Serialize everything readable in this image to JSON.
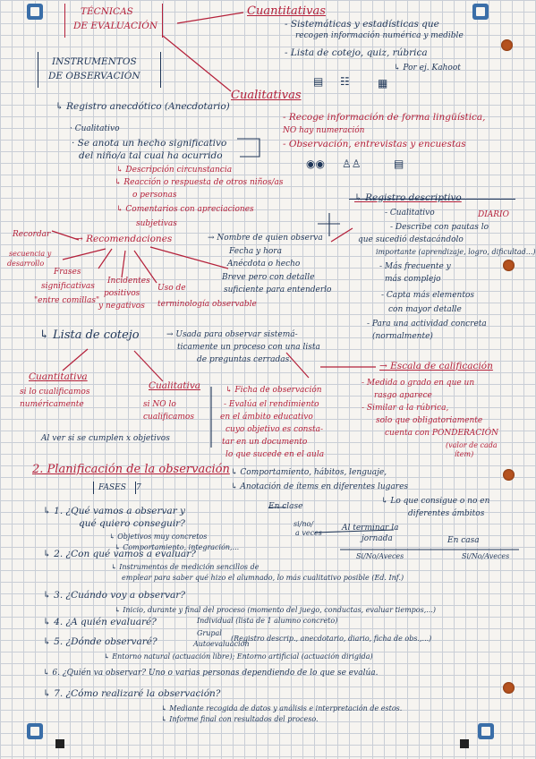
{
  "title": {
    "line1": "TÉCNICAS",
    "line2": "DE EVALUACIÓN"
  },
  "instrumentos": {
    "line1": "INSTRUMENTOS",
    "line2": "DE OBSERVACIÓN"
  },
  "cuantitativas": {
    "heading": "Cuantitativas",
    "l1": "- Sistemáticas y estadísticas que",
    "l2": "recogen información numérica y medible",
    "l3": "- Lista de cotejo, quiz, rúbrica",
    "l4": "↳ Por ej. Kahoot"
  },
  "cualitativas": {
    "heading": "Cualitativas",
    "l1": "- Recoge información de forma lingüística,",
    "l2": "NO hay numeración",
    "l3": "- Observación, entrevistas y encuestas"
  },
  "registro_anecdotico": {
    "heading": "↳ Registro anecdótico (Anecdotario)",
    "l1": "· Cualitativo",
    "l2": "· Se anota un hecho significativo",
    "l3": "del niño/a tal cual ha ocurrido",
    "l4": "↳ Descripción circunstancia",
    "l5": "↳ Reacción o respuesta de otros niños/as",
    "l6": "o personas",
    "l7": "↳ Comentarios con apreciaciones",
    "l8": "subjetivas"
  },
  "recomendaciones": {
    "label": "→ Recomendaciones",
    "recordar": "Recordar",
    "secuencia": "secuencia y",
    "desarrollo": "desarrollo",
    "frases": "Frases",
    "significativas": "significativas",
    "entre_comillas": "\"entre comillas\"",
    "incidentes": "Incidentes",
    "positivos": "positivos",
    "negativos": "y negativos",
    "uso_de": "Uso de",
    "terminologia": "terminología observable",
    "nombre": "→ Nombre de quien observa",
    "fecha": "Fecha y hora",
    "anecdota": "Anécdota o hecho",
    "breve": "Breve pero con detalle",
    "suficiente": "suficiente para entenderlo"
  },
  "registro_descriptivo": {
    "heading": "↳ Registro descriptivo",
    "diario": "DIARIO",
    "l1": "- Cualitativo",
    "l2": "- Describe con pautas lo",
    "l3": "que sucedió destacándolo",
    "l4": "importante (aprendizaje, logro, dificultad...)",
    "l5": "- Más frecuente y",
    "l6": "más complejo",
    "l7": "- Capta más elementos",
    "l8": "con mayor detalle",
    "l9": "- Para una actividad concreta",
    "l10": "(normalmente)"
  },
  "lista_cotejo": {
    "heading": "↳ Lista de cotejo",
    "l1": "→ Usada para observar sistemá-",
    "l2": "ticamente un proceso con una lista",
    "l3": "de preguntas cerradas.",
    "cuant": "Cuantitativa",
    "cuant_d1": "si lo cualificamos",
    "cuant_d2": "numéricamente",
    "cual": "Cualitativa",
    "cual_d1": "si NO lo",
    "cual_d2": "cualificamos",
    "al_ver": "Al ver si se cumplen x objetivos"
  },
  "ficha": {
    "heading": "↳ Ficha de observación",
    "l1": "- Evalúa el rendimiento",
    "l2": "en el ámbito educativo",
    "l3": "cuyo objetivo es consta-",
    "l4": "tar en un documento",
    "l5": "lo que sucede en el aula"
  },
  "escala": {
    "heading": "→ Escala de calificación",
    "l1": "- Medida o grado en que un",
    "l2": "rasgo aparece",
    "l3": "- Similar a la rúbrica,",
    "l4": "solo que obligatoriamente",
    "l5": "cuenta con PONDERACIÓN",
    "l6": "(valor de cada",
    "l7": "ítem)"
  },
  "anotaciones": {
    "l1": "↳ Comportamiento, hábitos, lenguaje,",
    "l2": "↳ Anotación de ítems en diferentes lugares",
    "l3": "↳ Lo que consigue o no en",
    "l4": "diferentes ámbitos",
    "en_clase": "En clase",
    "sino": "si/no/",
    "aveces": "a veces",
    "al_terminar": "Al terminar la",
    "jornada": "jornada",
    "en_casa": "En casa",
    "sino2": "Si/No/Aveces",
    "sino3": "Si/No/Aveces"
  },
  "planificacion": {
    "heading": "2. Planificación de la observación",
    "fases": "FASES",
    "fases_n": "7",
    "p1a": "↳ 1. ¿Qué vamos a observar y",
    "p1b": "qué quiero conseguir?",
    "p1c": "↳ Objetivos muy concretos",
    "p2a": "↳ 2. ¿Con qué vamos a evaluar?",
    "p2b": "↳ Comportamiento, integración,...",
    "p2c": "↳ Instrumentos de medición sencillos de",
    "p2d": "emplear para saber qué hizo el alumnado, lo más cualitativo posible (Ed. Inf.)",
    "p3a": "↳ 3. ¿Cuándo voy a observar?",
    "p3b": "↳ Inicio, durante y final del proceso (momento del juego, conductas, evaluar tiempos,...)",
    "p4a": "↳ 4. ¿A quién evaluaré?",
    "p4b": "Individual (lista de 1 alumno concreto)",
    "p4c": "Grupal",
    "p4d": "Autoevaluación",
    "p5a": "↳ 5. ¿Dónde observaré?",
    "p5b": "(Registro descrip., anecdotario, diario, ficha de obs.,...)",
    "p5c": "↳ Entorno natural (actuación libre); Entorno artificial (actuación dirigida)",
    "p6a": "↳ 6. ¿Quién va observar? Uno o varias personas dependiendo de lo que se evalúa.",
    "p7a": "↳ 7. ¿Cómo realizaré la observación?",
    "p7b": "↳ Mediante recogida de datos y análisis e interpretación de estos.",
    "p7c": "↳ Informe final con resultados del proceso."
  },
  "colors": {
    "blue_ink": "#1e3557",
    "red_ink": "#b4203a",
    "grid": "#c9ced6",
    "paper": "#f6f4f0"
  }
}
